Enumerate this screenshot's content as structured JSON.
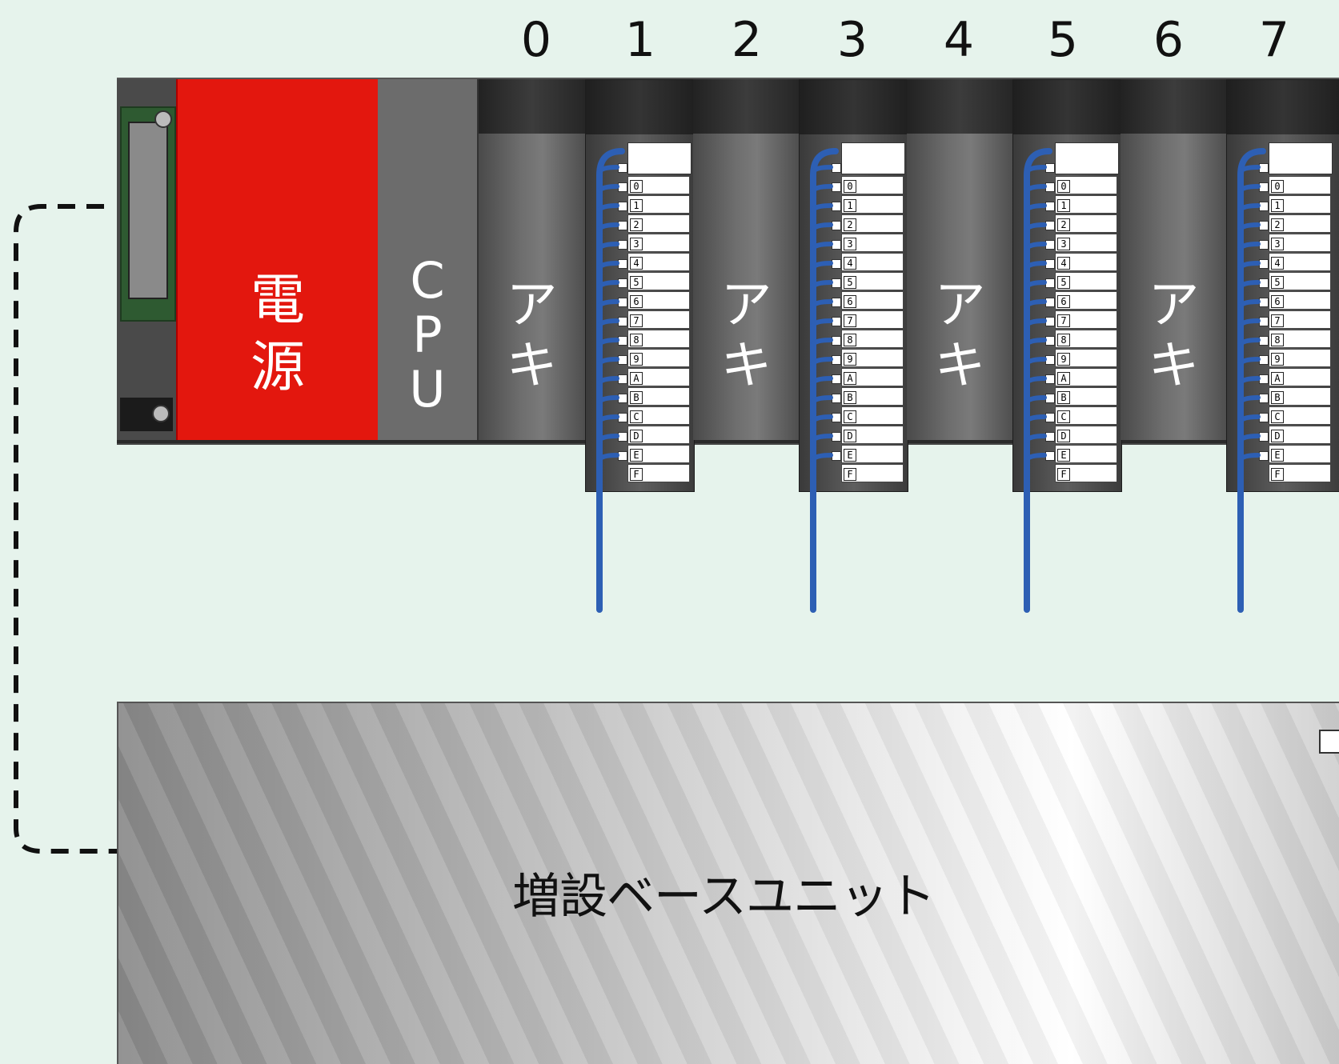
{
  "slot_numbers": [
    "0",
    "1",
    "2",
    "3",
    "4",
    "5",
    "6",
    "7"
  ],
  "rack": {
    "power_label": "電源",
    "cpu_label": "CPU",
    "empty_label": "アキ"
  },
  "terminal_labels": [
    "0",
    "1",
    "2",
    "3",
    "4",
    "5",
    "6",
    "7",
    "8",
    "9",
    "A",
    "B",
    "C",
    "D",
    "E",
    "F"
  ],
  "expansion": {
    "label": "増設ベースユニット"
  },
  "colors": {
    "background": "#e6f3ec",
    "power": "#e3170e",
    "cpu": "#6c6c6c",
    "cable": "#2d5fb4"
  }
}
